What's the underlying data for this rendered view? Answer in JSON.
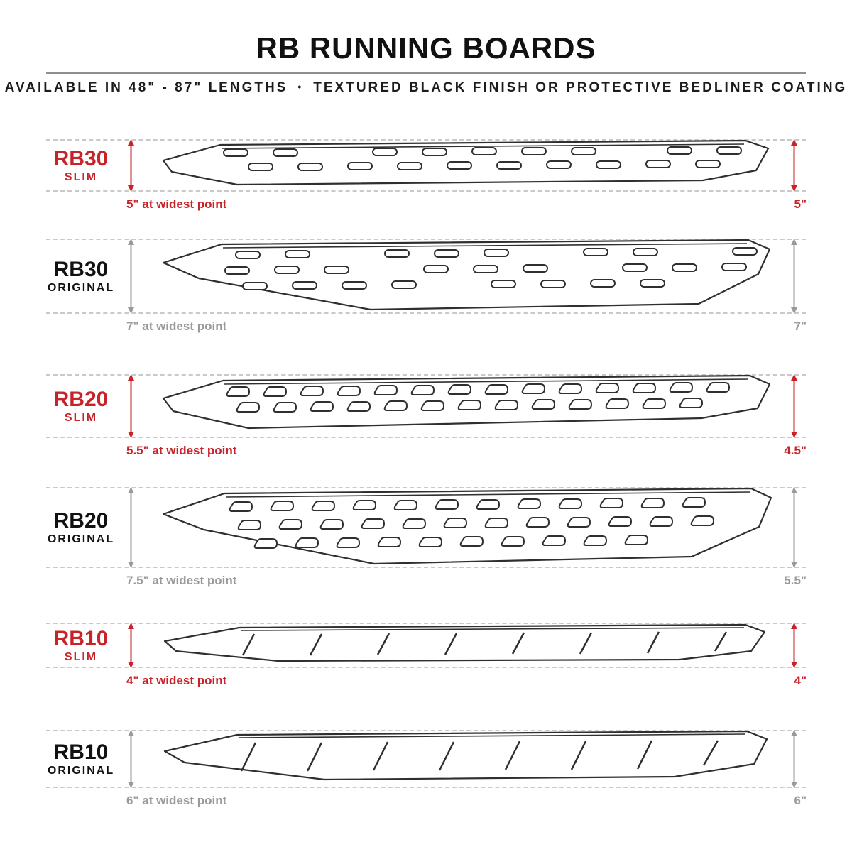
{
  "header": {
    "title": "RB RUNNING BOARDS",
    "subtitle_left": "AVAILABLE IN 48\" - 87\" LENGTHS",
    "subtitle_sep": "•",
    "subtitle_right": "TEXTURED BLACK FINISH OR PROTECTIVE BEDLINER COATING"
  },
  "colors": {
    "slim_accent_red": "#c9232a",
    "original_gray": "#9a9a9a",
    "line_dark": "#2f2f2f",
    "dash_gray": "#c9c9c9"
  },
  "rows": [
    {
      "model": "RB30",
      "variant": "SLIM",
      "style": "slim",
      "left_note": "5\" at widest point",
      "right_note": "5\""
    },
    {
      "model": "RB30",
      "variant": "ORIGINAL",
      "style": "original",
      "left_note": "7\" at widest point",
      "right_note": "7\""
    },
    {
      "model": "RB20",
      "variant": "SLIM",
      "style": "slim",
      "left_note": "5.5\" at widest point",
      "right_note": "4.5\""
    },
    {
      "model": "RB20",
      "variant": "ORIGINAL",
      "style": "original",
      "left_note": "7.5\" at widest point",
      "right_note": "5.5\""
    },
    {
      "model": "RB10",
      "variant": "SLIM",
      "style": "slim",
      "left_note": "4\" at widest point",
      "right_note": "4\""
    },
    {
      "model": "RB10",
      "variant": "ORIGINAL",
      "style": "original",
      "left_note": "6\" at widest point",
      "right_note": "6\""
    }
  ]
}
